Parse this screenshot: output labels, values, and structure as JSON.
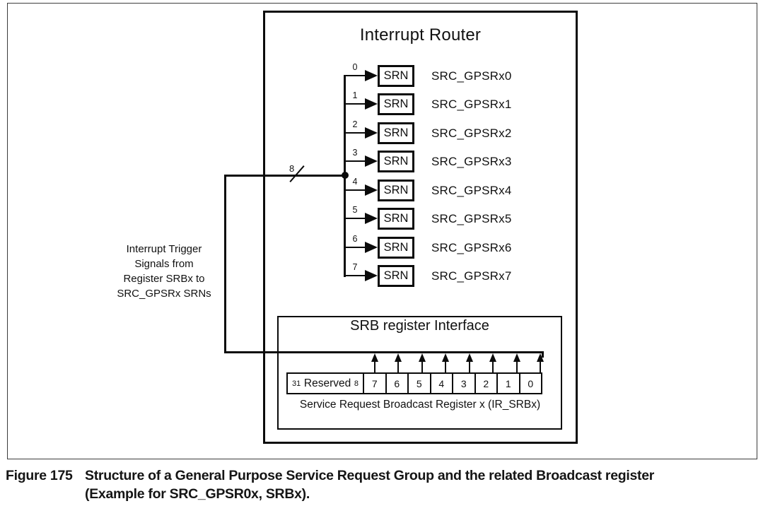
{
  "diagram": {
    "router_title": "Interrupt Router",
    "srn_label": "SRN",
    "srn_rows": [
      {
        "index": "0",
        "label": "SRC_GPSRx0"
      },
      {
        "index": "1",
        "label": "SRC_GPSRx1"
      },
      {
        "index": "2",
        "label": "SRC_GPSRx2"
      },
      {
        "index": "3",
        "label": "SRC_GPSRx3"
      },
      {
        "index": "4",
        "label": "SRC_GPSRx4"
      },
      {
        "index": "5",
        "label": "SRC_GPSRx5"
      },
      {
        "index": "6",
        "label": "SRC_GPSRx6"
      },
      {
        "index": "7",
        "label": "SRC_GPSRx7"
      }
    ],
    "bus_width_label": "8",
    "left_note_lines": [
      "Interrupt Trigger",
      "Signals from",
      "Register SRBx to",
      "SRC_GPSRx SRNs"
    ],
    "srb_box": {
      "title": "SRB register Interface",
      "reserved_cell": {
        "msb": "31",
        "label": "Reserved",
        "lsb": "8"
      },
      "bits": [
        "7",
        "6",
        "5",
        "4",
        "3",
        "2",
        "1",
        "0"
      ],
      "register_caption": "Service Request Broadcast Register x (IR_SRBx)"
    },
    "line_color": "#0b0b0b"
  },
  "caption": {
    "figure_label": "Figure 175",
    "title_line1": "Structure of a General Purpose Service Request Group and the related Broadcast register",
    "title_line2": "(Example for SRC_GPSR0x, SRBx)."
  }
}
